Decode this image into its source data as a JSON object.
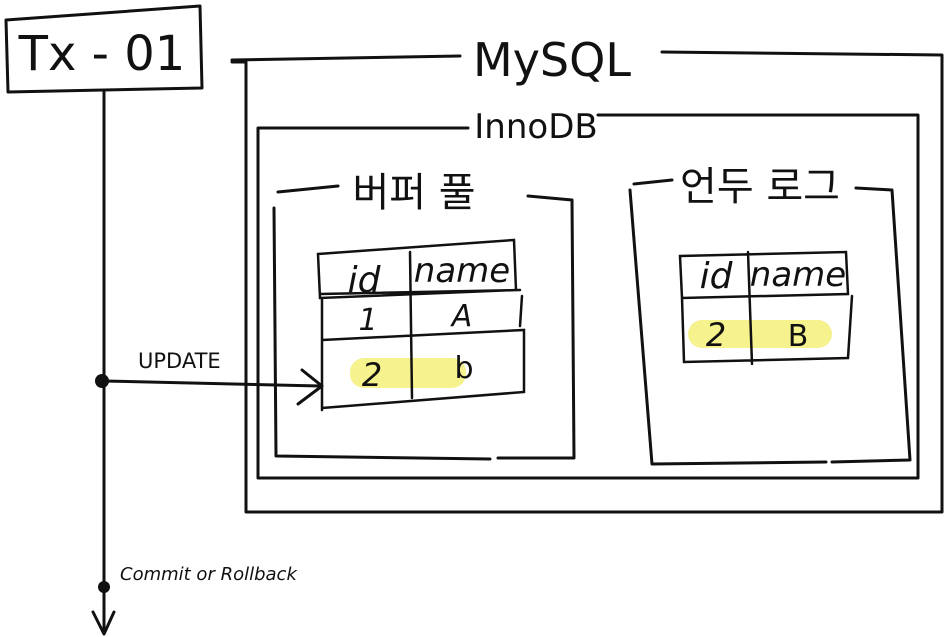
{
  "transaction": {
    "label": "Tx - 01",
    "update_label": "UPDATE",
    "end_label": "Commit or Rollback"
  },
  "mysql": {
    "title": "MySQL",
    "innodb": {
      "title": "InnoDB",
      "buffer_pool": {
        "title": "버퍼 풀",
        "table": {
          "headers": [
            "id",
            "name"
          ],
          "rows": [
            {
              "id": "1",
              "name": "A"
            },
            {
              "id": "2",
              "name": "b"
            }
          ]
        }
      },
      "undo_log": {
        "title": "언두 로그",
        "table": {
          "headers": [
            "id",
            "name"
          ],
          "rows": [
            {
              "id": "2",
              "name": "B"
            }
          ]
        }
      }
    }
  },
  "colors": {
    "ink": "#111111",
    "highlight": "#f4f07a"
  }
}
